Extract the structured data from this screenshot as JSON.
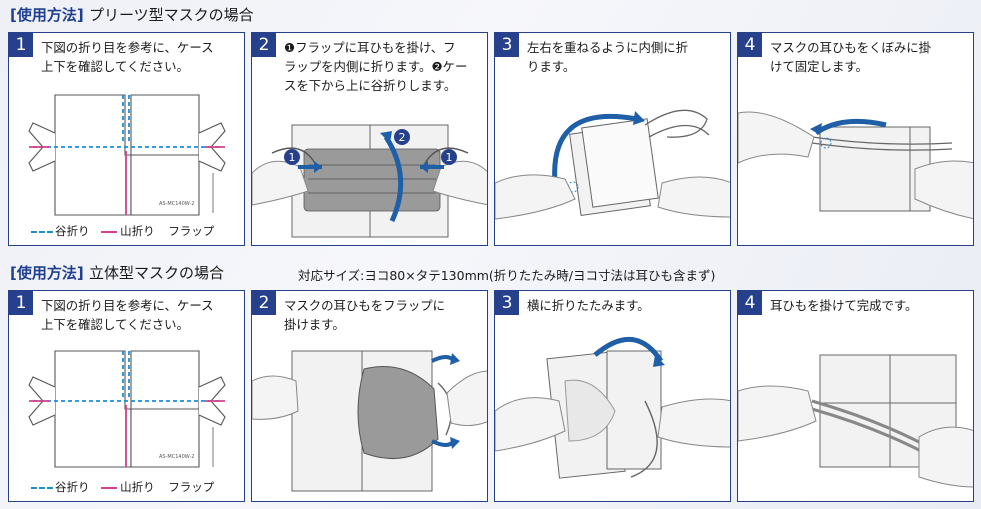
{
  "sections": [
    {
      "title_bracket": "[使用方法]",
      "title_main": "プリーツ型マスクの場合",
      "note": "",
      "steps": [
        {
          "num": "1",
          "text_lines": [
            "下図の折り目を参考に、ケース",
            "上下を確認してください。"
          ]
        },
        {
          "num": "2",
          "text_lines": [
            "❶フラップに耳ひもを掛け、フ",
            "ラップを内側に折ります。❷ケー",
            "スを下から上に谷折りします。"
          ]
        },
        {
          "num": "3",
          "text_lines": [
            "左右を重ねるように内側に折",
            "ります。"
          ]
        },
        {
          "num": "4",
          "text_lines": [
            "マスクの耳ひもをくぼみに掛",
            "けて固定します。"
          ]
        }
      ]
    },
    {
      "title_bracket": "[使用方法]",
      "title_main": "立体型マスクの場合",
      "note": "対応サイズ:ヨコ80×タテ130mm(折りたたみ時/ヨコ寸法は耳ひも含まず)",
      "steps": [
        {
          "num": "1",
          "text_lines": [
            "下図の折り目を参考に、ケース",
            "上下を確認してください。"
          ]
        },
        {
          "num": "2",
          "text_lines": [
            "マスクの耳ひもをフラップに",
            "掛けます。"
          ]
        },
        {
          "num": "3",
          "text_lines": [
            "横に折りたたみます。"
          ]
        },
        {
          "num": "4",
          "text_lines": [
            "耳ひもを掛けて完成です。"
          ]
        }
      ]
    }
  ],
  "legend": {
    "valley": "谷折り",
    "mountain": "山折り",
    "flap": "フラップ"
  },
  "product_code": "AS-MC140W-2",
  "markers": {
    "one": "1",
    "two": "2"
  },
  "colors": {
    "brand": "#27408b",
    "valley": "#1a8fd6",
    "mountain": "#d6408b",
    "arrow": "#1f5fa8"
  }
}
